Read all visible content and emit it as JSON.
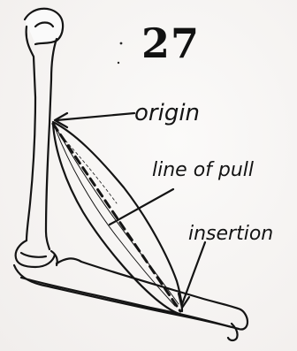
{
  "page_number": "27",
  "labels": {
    "origin": "origin",
    "line_of_pull": "line of pull",
    "insertion": "insertion"
  },
  "colors": {
    "ink": "#141414",
    "paper": "#f7f5f3"
  }
}
